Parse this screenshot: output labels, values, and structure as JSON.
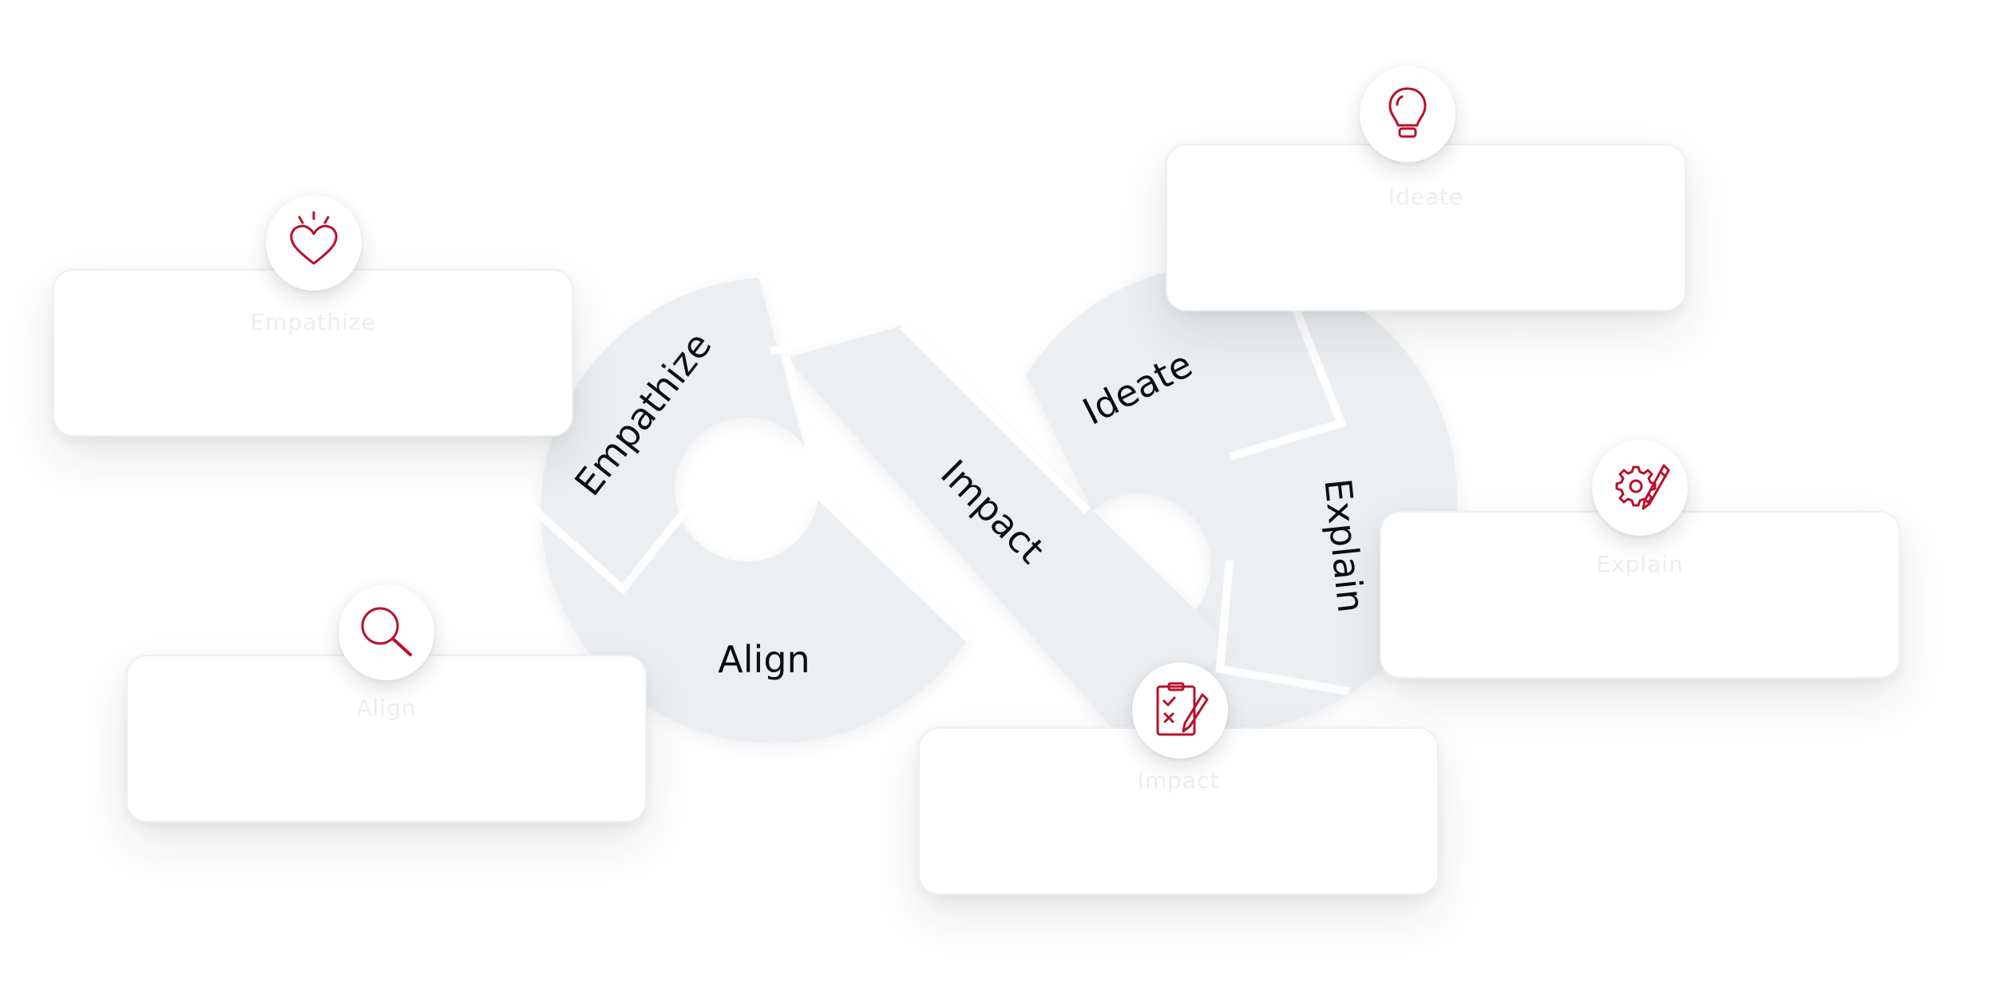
{
  "steps": {
    "empathize": "Empathize",
    "impact": "Impact",
    "ideate": "Ideate",
    "explain": "Explain",
    "align": "Align"
  },
  "cards": [
    {
      "key": "empathize",
      "title": "Empathize",
      "icon": "heart-icon"
    },
    {
      "key": "ideate",
      "title": "Ideate",
      "icon": "lightbulb-icon"
    },
    {
      "key": "explain",
      "title": "Explain",
      "icon": "gear-pencil-icon"
    },
    {
      "key": "align",
      "title": "Align",
      "icon": "search-icon"
    },
    {
      "key": "impact",
      "title": "Impact",
      "icon": "checklist-icon"
    }
  ],
  "colors": {
    "loop_fill": "#eceff1",
    "accent": "#b8112d",
    "label": "#0e0e0e"
  }
}
